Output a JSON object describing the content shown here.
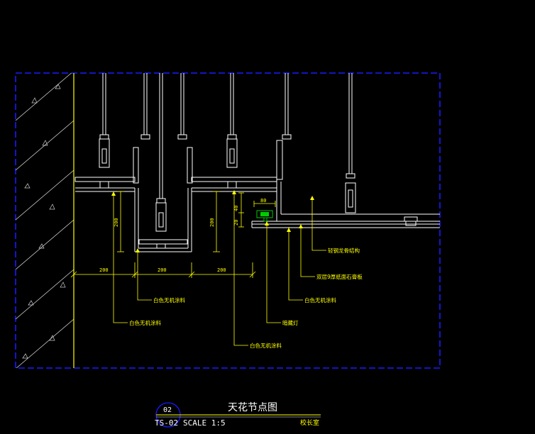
{
  "colors": {
    "background": "#000000",
    "border": "#1a1aff",
    "structure": "#ffffff",
    "dimension": "#ffff00",
    "leader": "#ffff00",
    "light_fixture": "#00cc00",
    "hatch": "#ffffff",
    "title_circle": "#1a1aff"
  },
  "dimensions": {
    "width_left": "200",
    "width_middle": "200",
    "width_right": "200",
    "height_left": "200",
    "height_right": "200",
    "step_80": "80",
    "step_40": "40",
    "step_20": "20"
  },
  "labels": {
    "light_steel_keel": "轻钢龙骨结构",
    "gypsum_board": "双层9厚纸面石膏板",
    "white_paint_right": "白色无机涂料",
    "concealed_light": "暗藏灯",
    "white_paint_bottom": "白色无机涂料",
    "white_paint_middle": "白色无机涂料",
    "white_paint_left": "白色无机涂料"
  },
  "title_block": {
    "circle_number": "02",
    "drawing_code": "TS-02",
    "scale": "SCALE 1:5",
    "title": "天花节点图",
    "room": "校长室"
  }
}
